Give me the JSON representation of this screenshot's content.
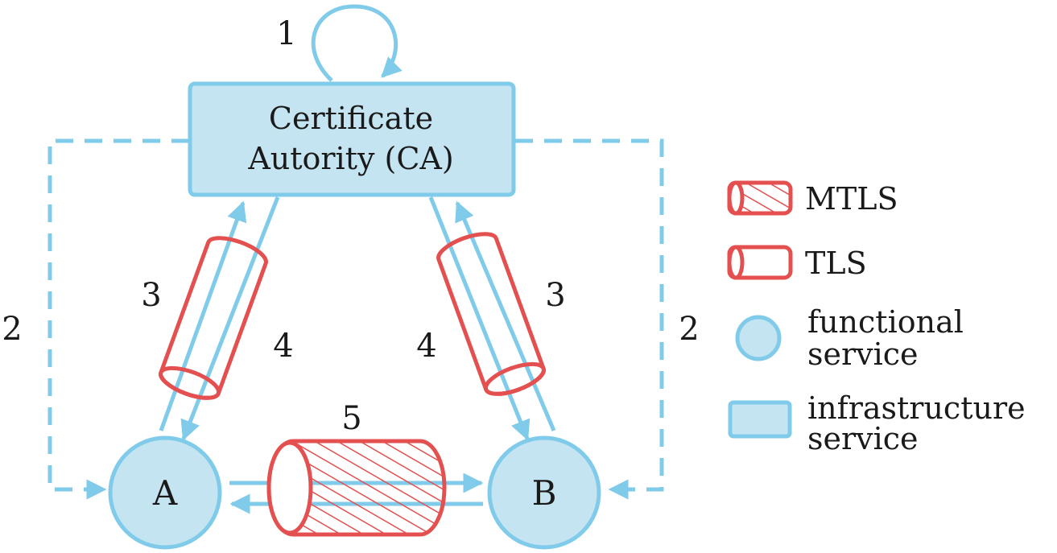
{
  "nodes": {
    "ca": {
      "line1": "Certificate",
      "line2": "Autority (CA)"
    },
    "a": {
      "label": "A"
    },
    "b": {
      "label": "B"
    }
  },
  "steps": {
    "self_loop": "1",
    "left_dashed": "2",
    "right_dashed": "2",
    "left_tunnel": "3",
    "right_tunnel": "3",
    "left_arrows": "4",
    "right_arrows": "4",
    "ab_tunnel": "5"
  },
  "legend": {
    "mtls": "MTLS",
    "tls": "TLS",
    "functional_line1": "functional",
    "functional_line2": "service",
    "infrastructure_line1": "infrastructure",
    "infrastructure_line2": "service"
  },
  "colors": {
    "blue_stroke": "#7fcbe9",
    "blue_fill": "#c5e4f1",
    "red": "#e45050"
  }
}
